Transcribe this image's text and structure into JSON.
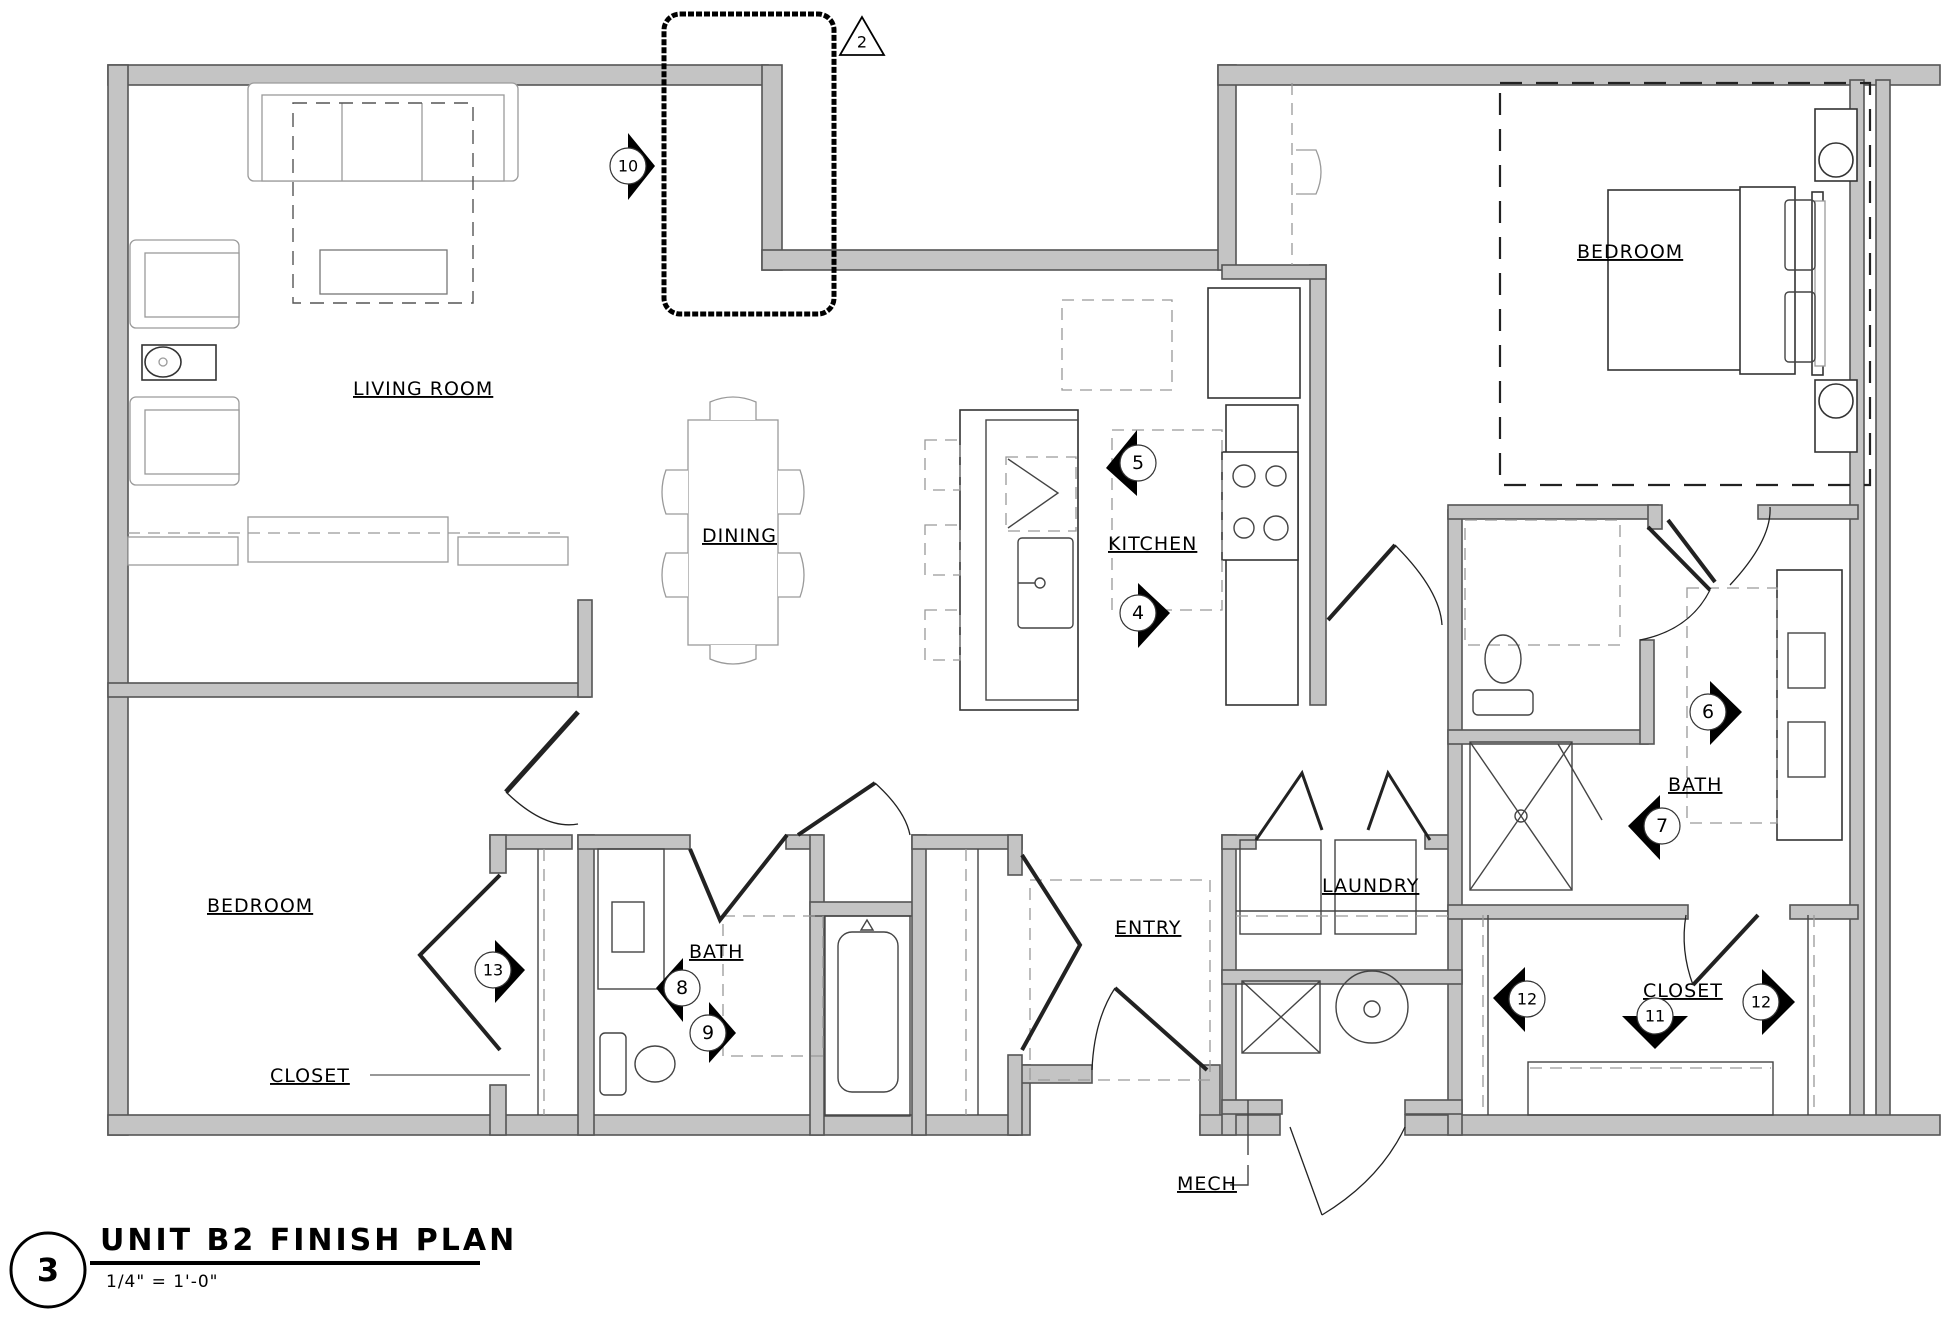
{
  "drawing": {
    "title": "UNIT B2 FINISH PLAN",
    "scale": "1/4\" = 1'-0\"",
    "detail_number": "3",
    "revision_tag": "2"
  },
  "rooms": [
    {
      "id": "living_room",
      "label": "LIVING ROOM"
    },
    {
      "id": "dining",
      "label": "DINING"
    },
    {
      "id": "kitchen",
      "label": "KITCHEN"
    },
    {
      "id": "bedroom_master",
      "label": "BEDROOM"
    },
    {
      "id": "bath_master",
      "label": "BATH"
    },
    {
      "id": "closet_master",
      "label": "CLOSET"
    },
    {
      "id": "laundry",
      "label": "LAUNDRY"
    },
    {
      "id": "mech",
      "label": "MECH"
    },
    {
      "id": "entry",
      "label": "ENTRY"
    },
    {
      "id": "bath_2",
      "label": "BATH"
    },
    {
      "id": "bedroom_2",
      "label": "BEDROOM"
    },
    {
      "id": "closet_2",
      "label": "CLOSET"
    }
  ],
  "elevation_markers": [
    {
      "number": "4",
      "direction": "right"
    },
    {
      "number": "5",
      "direction": "left"
    },
    {
      "number": "6",
      "direction": "right"
    },
    {
      "number": "7",
      "direction": "left"
    },
    {
      "number": "8",
      "direction": "left"
    },
    {
      "number": "9",
      "direction": "right"
    },
    {
      "number": "10",
      "direction": "right"
    },
    {
      "number": "11",
      "direction": "down"
    },
    {
      "number": "12",
      "direction": "left"
    },
    {
      "number": "12",
      "direction": "right"
    },
    {
      "number": "13",
      "direction": "right"
    }
  ],
  "colors": {
    "wall_fill": "#c4c4c4",
    "line": "#222222",
    "furniture": "#9a9a9a",
    "background": "#ffffff"
  }
}
